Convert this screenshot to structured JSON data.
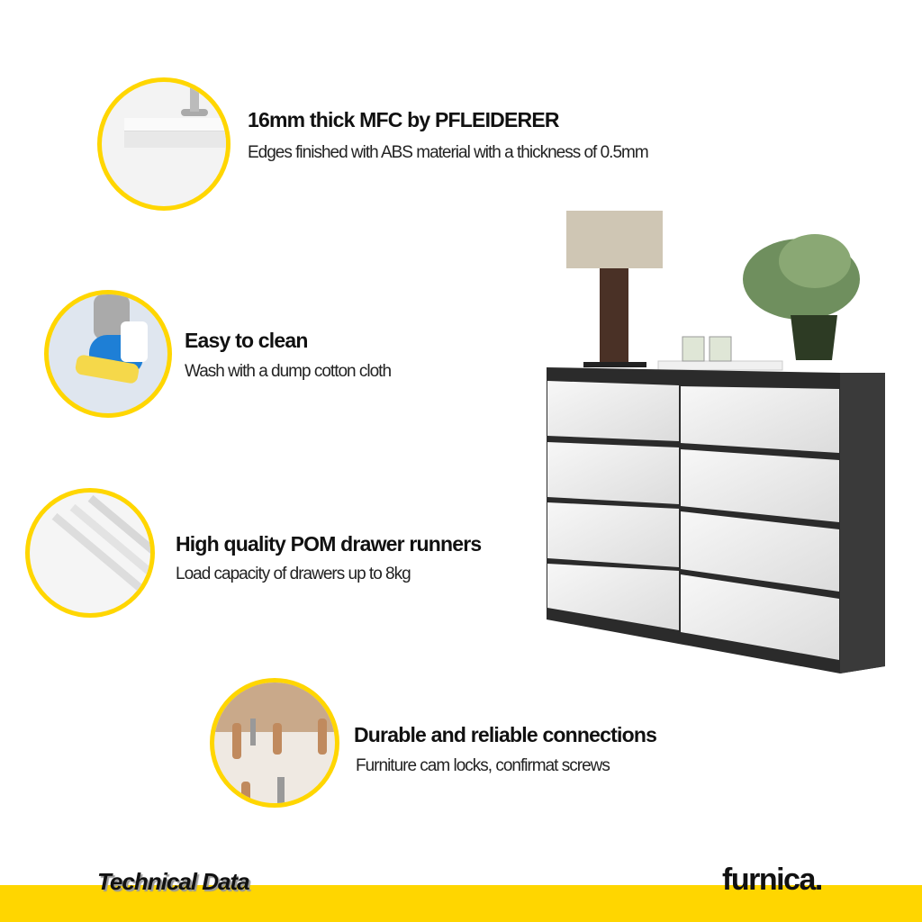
{
  "features": [
    {
      "title": "16mm thick MFC  by PFLEIDERER",
      "desc": "Edges  finished with ABS material with a thickness of 0.5mm",
      "icon": "board-edge-image"
    },
    {
      "title": "Easy to clean",
      "desc": "Wash with a dump cotton cloth",
      "icon": "cleaning-image"
    },
    {
      "title": "High quality POM drawer runners",
      "desc": "Load capacity of drawers up to 8kg",
      "icon": "drawer-runners-image"
    },
    {
      "title": "Durable and reliable connections",
      "desc": "Furniture cam locks, confirmat screws",
      "icon": "connectors-image"
    }
  ],
  "footer": {
    "label": "Technical Data",
    "brand": "furnica."
  },
  "colors": {
    "accent": "#FFD600",
    "body": "#2b2b2b",
    "front": "#eeeeee"
  }
}
